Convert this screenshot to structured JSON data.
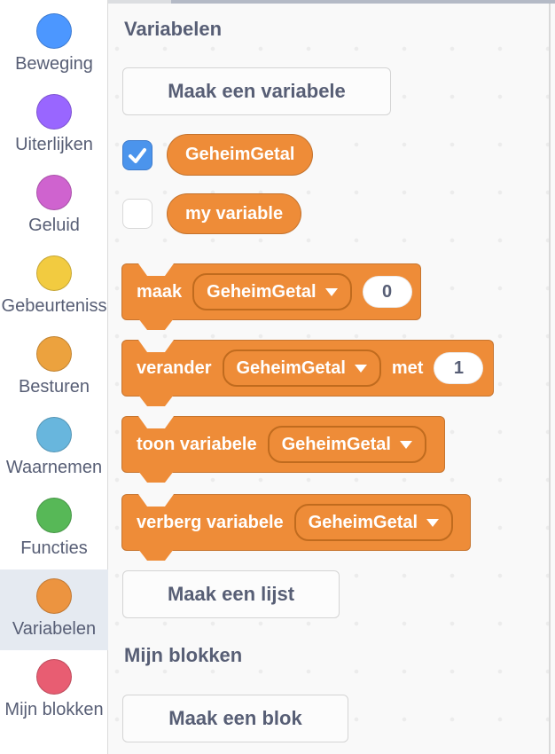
{
  "colors": {
    "block_fill": "#EE8C38",
    "block_border": "#C06B1E",
    "checkbox_checked": "#4B94EC",
    "selected_item_bg": "#E5EAF1",
    "text": "#575E75",
    "tab_strip": "#B4BAC6"
  },
  "sidebar": {
    "items": [
      {
        "label": "Beweging",
        "color": "#4C97FF",
        "selected": false
      },
      {
        "label": "Uiterlijken",
        "color": "#9966FF",
        "selected": false
      },
      {
        "label": "Geluid",
        "color": "#CF63CF",
        "selected": false
      },
      {
        "label": "Gebeurteniss",
        "color": "#F2CB40",
        "selected": false
      },
      {
        "label": "Besturen",
        "color": "#ECA23E",
        "selected": false
      },
      {
        "label": "Waarnemen",
        "color": "#68B6DD",
        "selected": false
      },
      {
        "label": "Functies",
        "color": "#57B857",
        "selected": false
      },
      {
        "label": "Variabelen",
        "color": "#EC9440",
        "selected": true
      },
      {
        "label": "Mijn blokken",
        "color": "#E85D72",
        "selected": false
      }
    ]
  },
  "palette": {
    "heading": "Variabelen",
    "my_blocks_heading": "Mijn blokken",
    "buttons": {
      "make_variable": "Maak een variabele",
      "make_list": "Maak een lijst",
      "make_block": "Maak een blok"
    },
    "checkbox_vars": [
      {
        "name": "GeheimGetal",
        "checked": true
      },
      {
        "name": "my variable",
        "checked": false
      }
    ],
    "blocks": {
      "set": {
        "label": "maak",
        "dropdown": "GeheimGetal",
        "value": "0"
      },
      "change": {
        "label": "verander",
        "dropdown": "GeheimGetal",
        "mid_label": "met",
        "value": "1"
      },
      "show": {
        "label": "toon variabele",
        "dropdown": "GeheimGetal"
      },
      "hide": {
        "label": "verberg variabele",
        "dropdown": "GeheimGetal"
      }
    }
  }
}
